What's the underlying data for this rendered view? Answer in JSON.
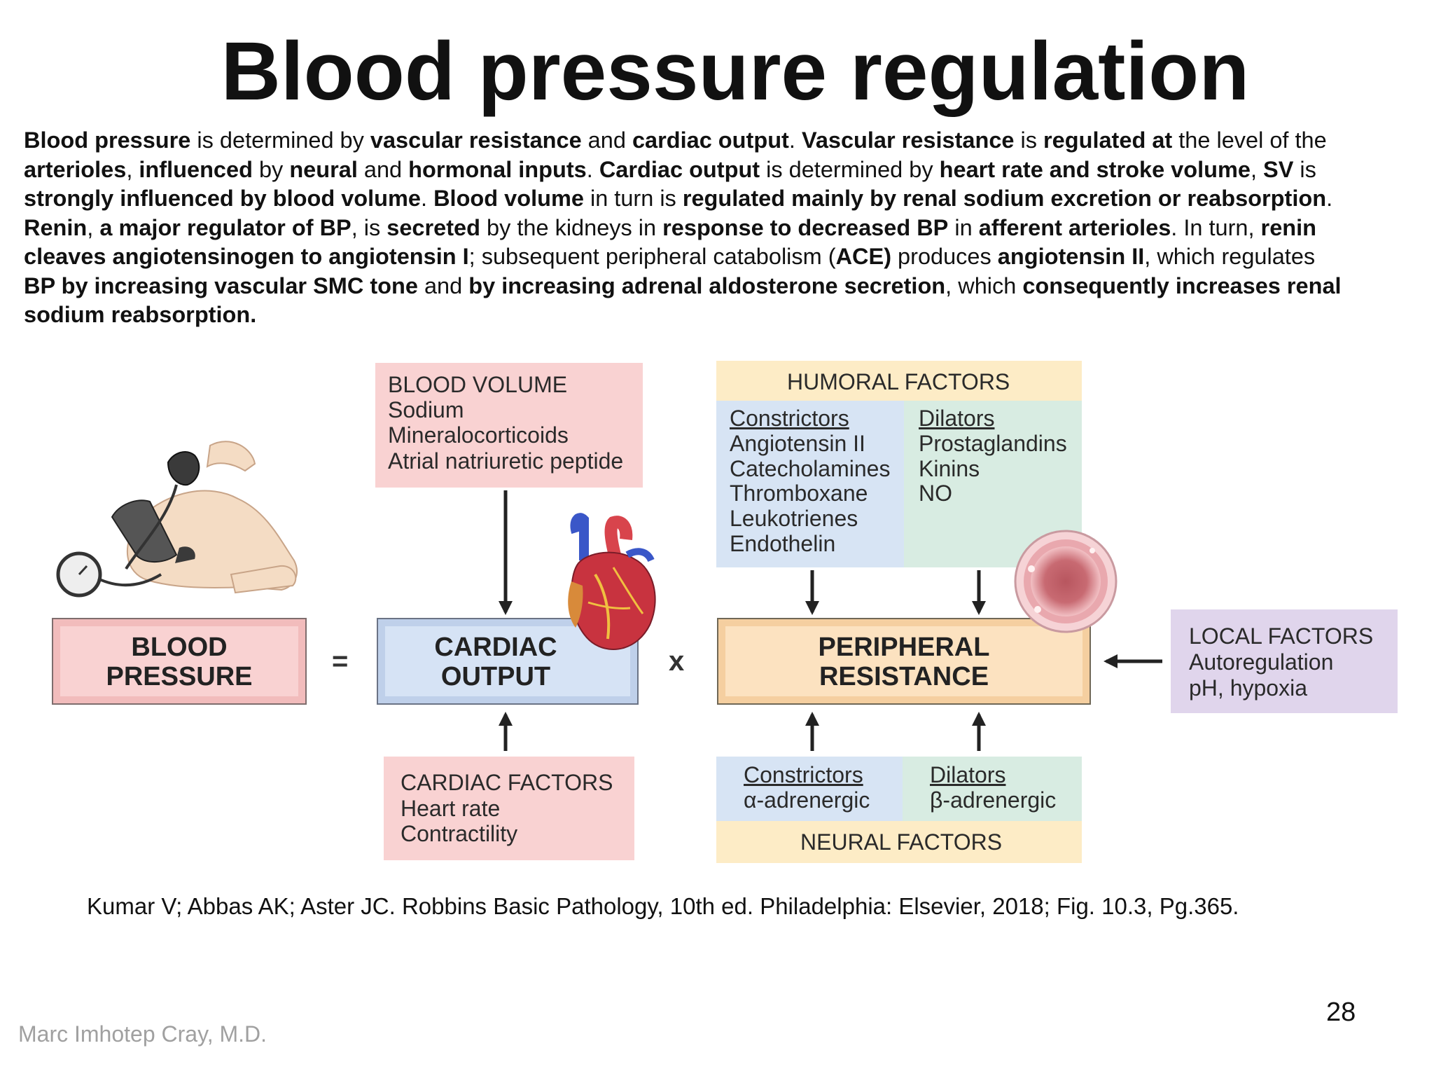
{
  "title": "Blood pressure regulation",
  "intro_lines": [
    [
      {
        "t": "Blood pressure",
        "b": true
      },
      {
        "t": " is determined by "
      },
      {
        "t": "vascular resistance",
        "b": true
      },
      {
        "t": " and "
      },
      {
        "t": "cardiac output",
        "b": true
      },
      {
        "t": ". "
      },
      {
        "t": "Vascular resistance",
        "b": true
      },
      {
        "t": " is "
      },
      {
        "t": "regulated at",
        "b": true
      },
      {
        "t": " the level of the"
      }
    ],
    [
      {
        "t": "arterioles",
        "b": true
      },
      {
        "t": ", "
      },
      {
        "t": "influenced",
        "b": true
      },
      {
        "t": " by "
      },
      {
        "t": "neural",
        "b": true
      },
      {
        "t": " and "
      },
      {
        "t": "hormonal inputs",
        "b": true
      },
      {
        "t": ". "
      },
      {
        "t": "Cardiac output",
        "b": true
      },
      {
        "t": " is determined by "
      },
      {
        "t": "heart rate and stroke volume",
        "b": true
      },
      {
        "t": ",  "
      },
      {
        "t": "SV",
        "b": true
      },
      {
        "t": " is"
      }
    ],
    [
      {
        "t": "strongly influenced by blood volume",
        "b": true
      },
      {
        "t": ". "
      },
      {
        "t": "Blood volume",
        "b": true
      },
      {
        "t": " in turn is "
      },
      {
        "t": "regulated mainly by renal sodium excretion or reabsorption",
        "b": true
      },
      {
        "t": "."
      }
    ],
    [
      {
        "t": "Renin",
        "b": true
      },
      {
        "t": ", "
      },
      {
        "t": "a major regulator of BP",
        "b": true
      },
      {
        "t": ", is "
      },
      {
        "t": "secreted",
        "b": true
      },
      {
        "t": " by the  kidneys in "
      },
      {
        "t": "response to decreased BP",
        "b": true
      },
      {
        "t": " in "
      },
      {
        "t": "afferent  arterioles",
        "b": true
      },
      {
        "t": ". In turn, "
      },
      {
        "t": "renin",
        "b": true
      }
    ],
    [
      {
        "t": "cleaves angiotensinogen to angiotensin I",
        "b": true
      },
      {
        "t": "; subsequent peripheral catabolism ("
      },
      {
        "t": "ACE)",
        "b": true
      },
      {
        "t": " produces "
      },
      {
        "t": "angiotensin II",
        "b": true
      },
      {
        "t": ",  which regulates"
      }
    ],
    [
      {
        "t": "BP by increasing vascular SMC tone",
        "b": true
      },
      {
        "t": " and "
      },
      {
        "t": "by increasing adrenal aldosterone secretion",
        "b": true
      },
      {
        "t": ", which  "
      },
      {
        "t": "consequently increases renal",
        "b": true
      }
    ],
    [
      {
        "t": "sodium reabsorption.",
        "b": true
      }
    ]
  ],
  "diagram": {
    "blood_pressure": [
      "BLOOD",
      "PRESSURE"
    ],
    "equals": "=",
    "cardiac_output": [
      "CARDIAC",
      "OUTPUT"
    ],
    "times": "x",
    "peripheral_resistance": [
      "PERIPHERAL",
      "RESISTANCE"
    ],
    "blood_volume": {
      "heading": "BLOOD VOLUME",
      "items": [
        "Sodium",
        "Mineralocorticoids",
        "Atrial natriuretic peptide"
      ]
    },
    "humoral": {
      "heading": "HUMORAL FACTORS",
      "constrictors_label": "Constrictors",
      "constrictors": [
        "Angiotensin II",
        "Catecholamines",
        "Thromboxane",
        "Leukotrienes",
        "Endothelin"
      ],
      "dilators_label": "Dilators",
      "dilators": [
        "Prostaglandins",
        "Kinins",
        "NO"
      ]
    },
    "local": {
      "heading": "LOCAL FACTORS",
      "items": [
        "Autoregulation",
        "pH, hypoxia"
      ]
    },
    "cardiac_factors": {
      "heading": "CARDIAC FACTORS",
      "items": [
        "Heart rate",
        "Contractility"
      ]
    },
    "neural": {
      "heading": "NEURAL FACTORS",
      "constrictors_label": "Constrictors",
      "constrictor": "α-adrenergic",
      "dilators_label": "Dilators",
      "dilator": "β-adrenergic"
    }
  },
  "reference": "Kumar V; Abbas AK; Aster JC. Robbins Basic Pathology, 10th  ed. Philadelphia: Elsevier, 2018; Fig. 10.3, Pg.365.",
  "page_number": "28",
  "author": "Marc Imhotep Cray, M.D.",
  "colors": {
    "pink": "#f9d2d2",
    "blue_main": "#d6e3f5",
    "peach": "#fce2c0",
    "humoral_header": "#fdecc6",
    "light_blue": "#d7e4f4",
    "light_green": "#d8ece2",
    "lavender": "#e0d5ec"
  }
}
